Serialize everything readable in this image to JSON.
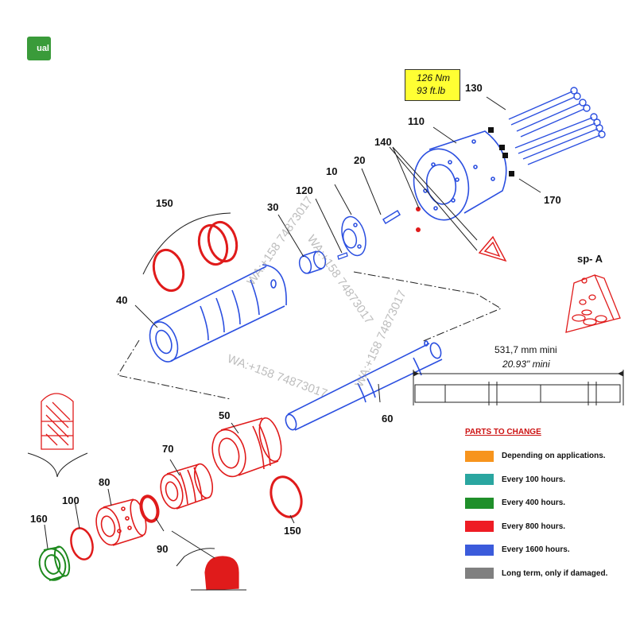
{
  "badge": {
    "text": "ual"
  },
  "torque": {
    "line1": "126 Nm",
    "line2": "93  ft.lb"
  },
  "labels": {
    "p130": "130",
    "p110": "110",
    "p140": "140",
    "p20": "20",
    "p10": "10",
    "p120": "120",
    "p30": "30",
    "p150_top": "150",
    "p170": "170",
    "p40": "40",
    "p60": "60",
    "p50": "50",
    "p70": "70",
    "p80": "80",
    "p100": "100",
    "p160": "160",
    "p90": "90",
    "p150_bottom": "150"
  },
  "sp_a": "sp- A",
  "dimension": {
    "metric": "531,7 mm mini",
    "imperial": "20.93\" mini"
  },
  "watermark": "WA:+158 74873017",
  "legend": {
    "title": "PARTS TO CHANGE",
    "items": [
      {
        "text": "Depending on applications.",
        "color": "#f7941d"
      },
      {
        "text": "Every 100 hours.",
        "color": "#2aa6a0"
      },
      {
        "text": "Every 400 hours.",
        "color": "#1f8f2a"
      },
      {
        "text": "Every 800 hours.",
        "color": "#ee1c24"
      },
      {
        "text": "Every 1600 hours.",
        "color": "#3b5bdb"
      },
      {
        "text": "Long term, only if damaged.",
        "color": "#808080"
      }
    ]
  },
  "colors": {
    "blue": "#2b4fe0",
    "red": "#e01b1b",
    "green": "#1e8a1e",
    "line": "#222222"
  }
}
